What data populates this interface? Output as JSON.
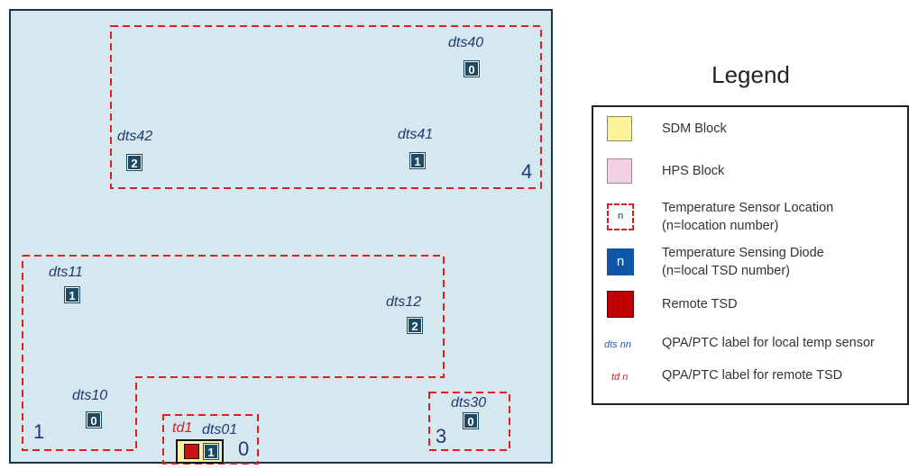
{
  "zones": [
    {
      "id": "4",
      "number": "4"
    },
    {
      "id": "1",
      "number": "1"
    },
    {
      "id": "0",
      "number": "0"
    },
    {
      "id": "3",
      "number": "3"
    }
  ],
  "sensors": [
    {
      "label": "dts40",
      "tsd": "0"
    },
    {
      "label": "dts42",
      "tsd": "2"
    },
    {
      "label": "dts41",
      "tsd": "1"
    },
    {
      "label": "dts11",
      "tsd": "1"
    },
    {
      "label": "dts12",
      "tsd": "2"
    },
    {
      "label": "dts10",
      "tsd": "0"
    },
    {
      "label": "dts01",
      "tsd": "1"
    },
    {
      "label": "dts30",
      "tsd": "0"
    }
  ],
  "remote": {
    "label": "td1"
  },
  "legend": {
    "title": "Legend",
    "items": [
      {
        "text": "SDM Block",
        "color": "#fbf39a"
      },
      {
        "text": "HPS Block",
        "color": "#f2cfe2"
      },
      {
        "line1": "Temperature Sensor Location",
        "line2": "(n=location number)",
        "sample": "n"
      },
      {
        "line1": "Temperature Sensing Diode",
        "line2": "(n=local TSD number)",
        "sample": "n",
        "color": "#0e56a8"
      },
      {
        "text": "Remote TSD",
        "color": "#c00000"
      },
      {
        "text": "QPA/PTC label for local temp sensor",
        "sample": "dts nn"
      },
      {
        "text": "QPA/PTC label for remote TSD",
        "sample": "td n"
      }
    ]
  },
  "colors": {
    "die": "#d5e8ef",
    "zone_outline": "#e0201a",
    "tsd": "#1c4a62",
    "label_blue": "#1e3a72",
    "label_red": "#d91a1a"
  }
}
